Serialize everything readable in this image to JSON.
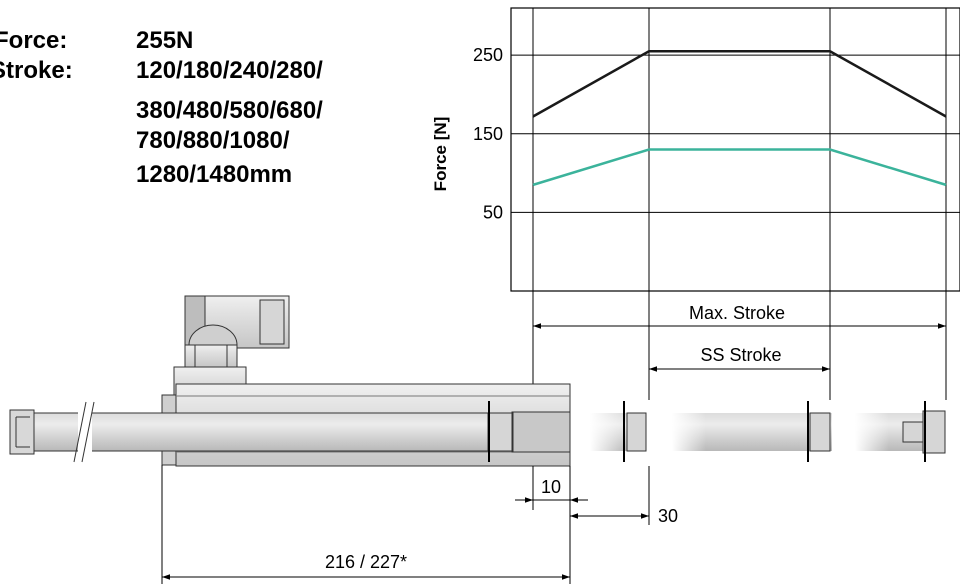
{
  "specs": {
    "force_label": "Force:",
    "force_value": "255N",
    "stroke_label": "Stroke:",
    "stroke_lines": [
      "120/180/240/280/",
      "380/480/580/680/",
      "780/880/1080/",
      "1280/1480mm"
    ]
  },
  "chart_data": {
    "type": "line",
    "ylabel": "Force [N]",
    "yticks": [
      250,
      150,
      50
    ],
    "ylim": [
      -50,
      310
    ],
    "x_positions": [
      "Max. Stroke start",
      "SS Stroke start",
      "SS Stroke end",
      "Max. Stroke end"
    ],
    "series": [
      {
        "values": [
          172,
          255,
          255,
          172
        ],
        "color": "#1a1a1a"
      },
      {
        "values": [
          85,
          130,
          130,
          85
        ],
        "color": "#3bb39b"
      }
    ],
    "grid": true
  },
  "dimensions": {
    "max_stroke": "Max. Stroke",
    "ss_stroke": "SS Stroke",
    "dim_10": "10",
    "dim_30": "30",
    "dim_216": "216 / 227*"
  },
  "colors": {
    "grid": "#000000",
    "metal_light": "#e2e2e2",
    "metal_mid": "#c9c9c9",
    "metal_dark": "#9a9a9a"
  }
}
